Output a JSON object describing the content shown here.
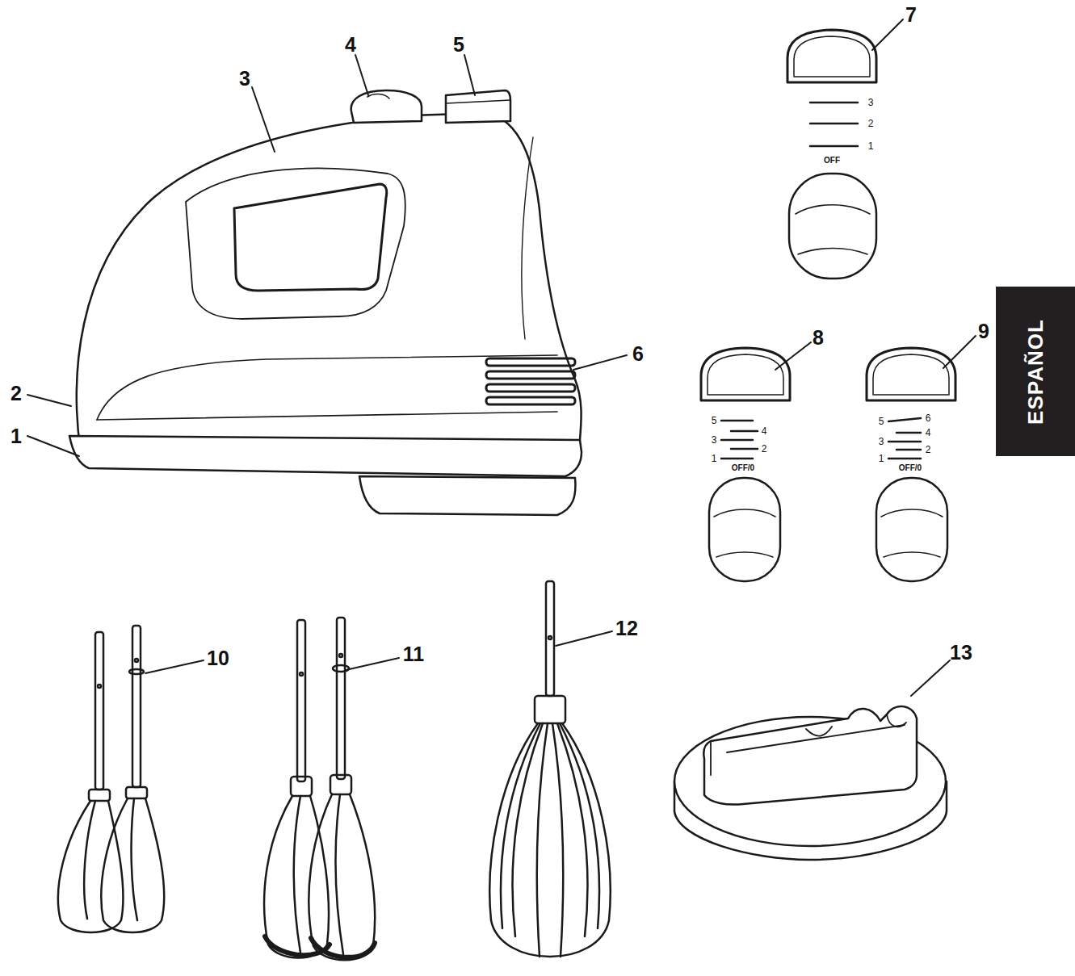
{
  "diagram": {
    "nodes": [
      {
        "text": [
          "ESPAÑOL"
        ]
      }
    ],
    "labels": [
      "1",
      "2",
      "3",
      "4",
      "5",
      "6",
      "7",
      "3",
      "2",
      "1",
      "OFF",
      "8",
      "5",
      "4",
      "3",
      "2",
      "1",
      "OFF/0",
      "9",
      "6",
      "5",
      "4",
      "3",
      "2",
      "1",
      "OFF/0",
      "10",
      "11",
      "12",
      "13"
    ]
  }
}
